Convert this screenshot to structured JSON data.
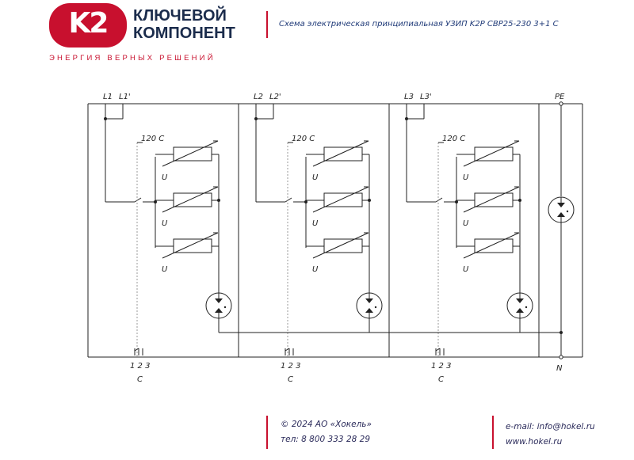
{
  "header": {
    "logo_mark": "K2",
    "brand_line1": "КЛЮЧЕВОЙ",
    "brand_line2": "КОМПОНЕНТ",
    "tagline": "ЭНЕРГИЯ ВЕРНЫХ РЕШЕНИЙ",
    "doc_title": "Схема электрическая принципиальная УЗИП K2P CBP25-230 3+1 С"
  },
  "colors": {
    "brand_red": "#c8102e",
    "brand_navy": "#1b2c4c",
    "wire": "#222222"
  },
  "diagram": {
    "modules": [
      {
        "in": "L1",
        "out": "L1'",
        "temp": "120 С",
        "varistor_label": "U",
        "contact_nums": "1 2 3",
        "contact_label": "C"
      },
      {
        "in": "L2",
        "out": "L2'",
        "temp": "120 С",
        "varistor_label": "U",
        "contact_nums": "1 2 3",
        "contact_label": "C"
      },
      {
        "in": "L3",
        "out": "L3'",
        "temp": "120 С",
        "varistor_label": "U",
        "contact_nums": "1 2 3",
        "contact_label": "C"
      }
    ],
    "pe_label": "PE",
    "n_label": "N"
  },
  "footer": {
    "copyright": "© 2024 АО «Хокель»",
    "phone": "тел: 8 800 333 28 29",
    "email": "e-mail: info@hokel.ru",
    "website": "www.hokel.ru"
  }
}
